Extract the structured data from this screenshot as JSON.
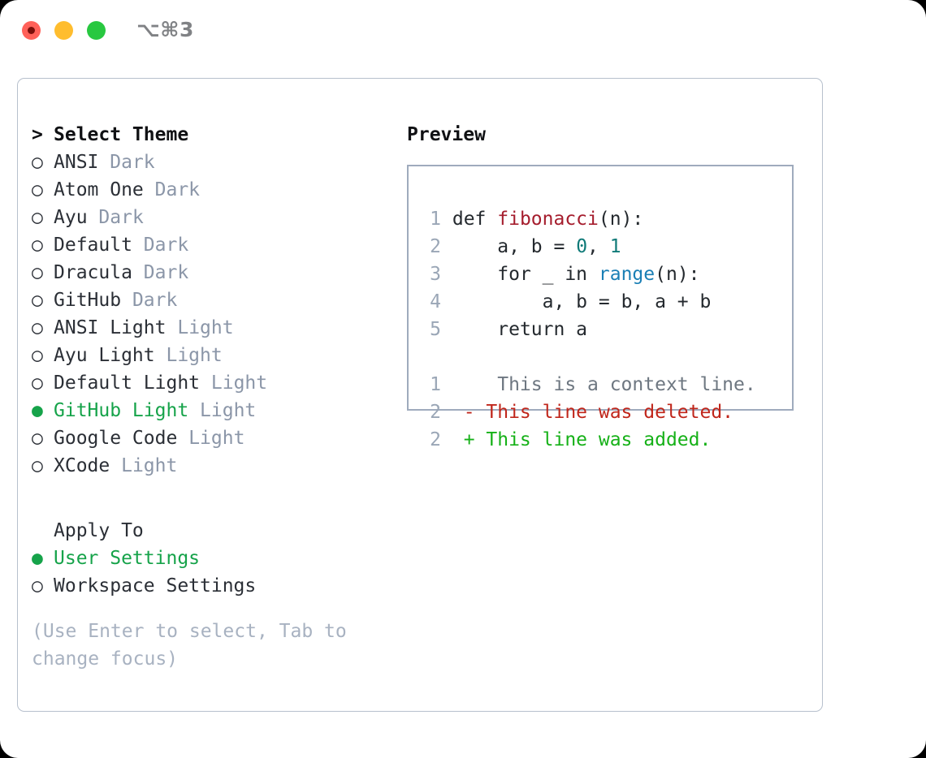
{
  "titlebar": {
    "shortcut": "⌥⌘3",
    "lights": [
      "close-light",
      "minimize-light",
      "zoom-light"
    ]
  },
  "colors": {
    "selected_green": "#16a34a",
    "muted": "#8b96a8",
    "hint": "#a8b2c1",
    "border": "#b7c0cd",
    "preview_border": "#9fabbd",
    "fn_red": "#a51d2d",
    "num_teal": "#0f7a78",
    "call_blue": "#1a7fb5",
    "diff_del": "#c0261b",
    "diff_add": "#16b118"
  },
  "theme_picker": {
    "header_marker": ">",
    "header": "Select Theme",
    "items": [
      {
        "marker": "○",
        "label": "ANSI",
        "suffix": "Dark",
        "selected": false
      },
      {
        "marker": "○",
        "label": "Atom One",
        "suffix": "Dark",
        "selected": false
      },
      {
        "marker": "○",
        "label": "Ayu",
        "suffix": "Dark",
        "selected": false
      },
      {
        "marker": "○",
        "label": "Default",
        "suffix": "Dark",
        "selected": false
      },
      {
        "marker": "○",
        "label": "Dracula",
        "suffix": "Dark",
        "selected": false
      },
      {
        "marker": "○",
        "label": "GitHub",
        "suffix": "Dark",
        "selected": false
      },
      {
        "marker": "○",
        "label": "ANSI Light",
        "suffix": "Light",
        "selected": false
      },
      {
        "marker": "○",
        "label": "Ayu Light",
        "suffix": "Light",
        "selected": false
      },
      {
        "marker": "○",
        "label": "Default Light",
        "suffix": "Light",
        "selected": false
      },
      {
        "marker": "●",
        "label": "GitHub Light",
        "suffix": "Light",
        "selected": true
      },
      {
        "marker": "○",
        "label": "Google Code",
        "suffix": "Light",
        "selected": false
      },
      {
        "marker": "○",
        "label": "XCode",
        "suffix": "Light",
        "selected": false
      }
    ]
  },
  "apply_to": {
    "header": "Apply To",
    "items": [
      {
        "marker": "●",
        "label": "User Settings",
        "selected": true
      },
      {
        "marker": "○",
        "label": "Workspace Settings",
        "selected": false
      }
    ]
  },
  "hint": "(Use Enter to select, Tab to change focus)",
  "preview": {
    "title": "Preview",
    "code_lines": [
      {
        "n": "1",
        "tokens": [
          {
            "t": "def ",
            "k": "plain"
          },
          {
            "t": "fibonacci",
            "k": "fn"
          },
          {
            "t": "(n):",
            "k": "plain"
          }
        ]
      },
      {
        "n": "2",
        "tokens": [
          {
            "t": "    a, b = ",
            "k": "plain"
          },
          {
            "t": "0",
            "k": "num"
          },
          {
            "t": ", ",
            "k": "plain"
          },
          {
            "t": "1",
            "k": "num"
          }
        ]
      },
      {
        "n": "3",
        "tokens": [
          {
            "t": "    for _ in ",
            "k": "plain"
          },
          {
            "t": "range",
            "k": "call"
          },
          {
            "t": "(n):",
            "k": "plain"
          }
        ]
      },
      {
        "n": "4",
        "tokens": [
          {
            "t": "        a, b = b, a + b",
            "k": "plain"
          }
        ]
      },
      {
        "n": "5",
        "tokens": [
          {
            "t": "    return a",
            "k": "plain"
          }
        ]
      }
    ],
    "diff_lines": [
      {
        "n": "1",
        "sign": " ",
        "text": "  This is a context line.",
        "kind": "ctx"
      },
      {
        "n": "2",
        "sign": "-",
        "text": " This line was deleted.",
        "kind": "del"
      },
      {
        "n": "2",
        "sign": "+",
        "text": " This line was added.",
        "kind": "add"
      }
    ]
  }
}
